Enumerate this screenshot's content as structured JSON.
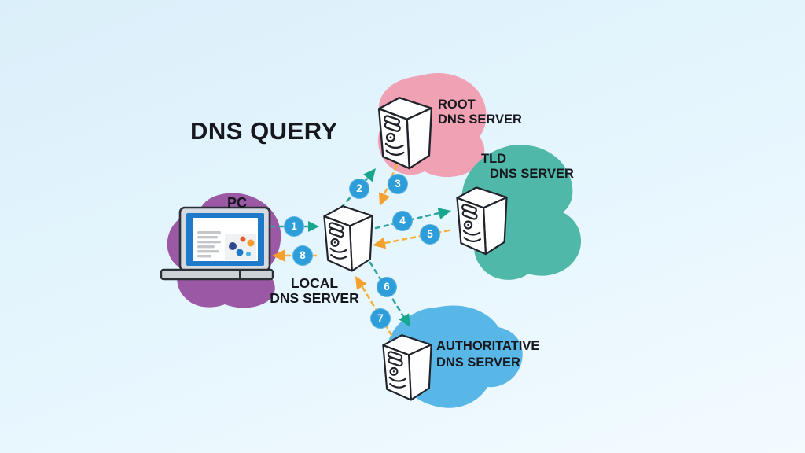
{
  "title": "DNS QUERY",
  "nodes": {
    "pc": {
      "label": "PC"
    },
    "local": {
      "label_line1": "LOCAL",
      "label_line2": "DNS SERVER"
    },
    "root": {
      "label_line1": "ROOT",
      "label_line2": "DNS SERVER"
    },
    "tld": {
      "label_line1": "TLD",
      "label_line2": "DNS SERVER"
    },
    "authoritative": {
      "label_line1": "AUTHORITATIVE",
      "label_line2": "DNS SERVER"
    }
  },
  "steps": [
    {
      "number": "1",
      "from": "pc",
      "to": "local-dns-server",
      "type": "query"
    },
    {
      "number": "2",
      "from": "local-dns-server",
      "to": "root-dns-server",
      "type": "query"
    },
    {
      "number": "3",
      "from": "root-dns-server",
      "to": "local-dns-server",
      "type": "response"
    },
    {
      "number": "4",
      "from": "local-dns-server",
      "to": "tld-dns-server",
      "type": "query"
    },
    {
      "number": "5",
      "from": "tld-dns-server",
      "to": "local-dns-server",
      "type": "response"
    },
    {
      "number": "6",
      "from": "local-dns-server",
      "to": "authoritative-dns-server",
      "type": "query"
    },
    {
      "number": "7",
      "from": "authoritative-dns-server",
      "to": "local-dns-server",
      "type": "response"
    },
    {
      "number": "8",
      "from": "local-dns-server",
      "to": "pc",
      "type": "response"
    }
  ],
  "colors": {
    "background_top": "#dbeffa",
    "background_bottom": "#f3fbff",
    "query_arrow_dash": "#33a4a4",
    "query_arrowhead": "#18a78e",
    "response_arrow_dash": "#f6b03e",
    "response_arrowhead": "#f5a02c",
    "step_circle": "#2d9ed9",
    "step_circle_text": "#ffffff",
    "pc_blob": "#9a58a5",
    "root_blob": "#f0a2b4",
    "tld_blob": "#4fb8a9",
    "authoritative_blob": "#59b7e8",
    "label_text": "#17181d",
    "laptop_screen": "#1e7ac8"
  }
}
